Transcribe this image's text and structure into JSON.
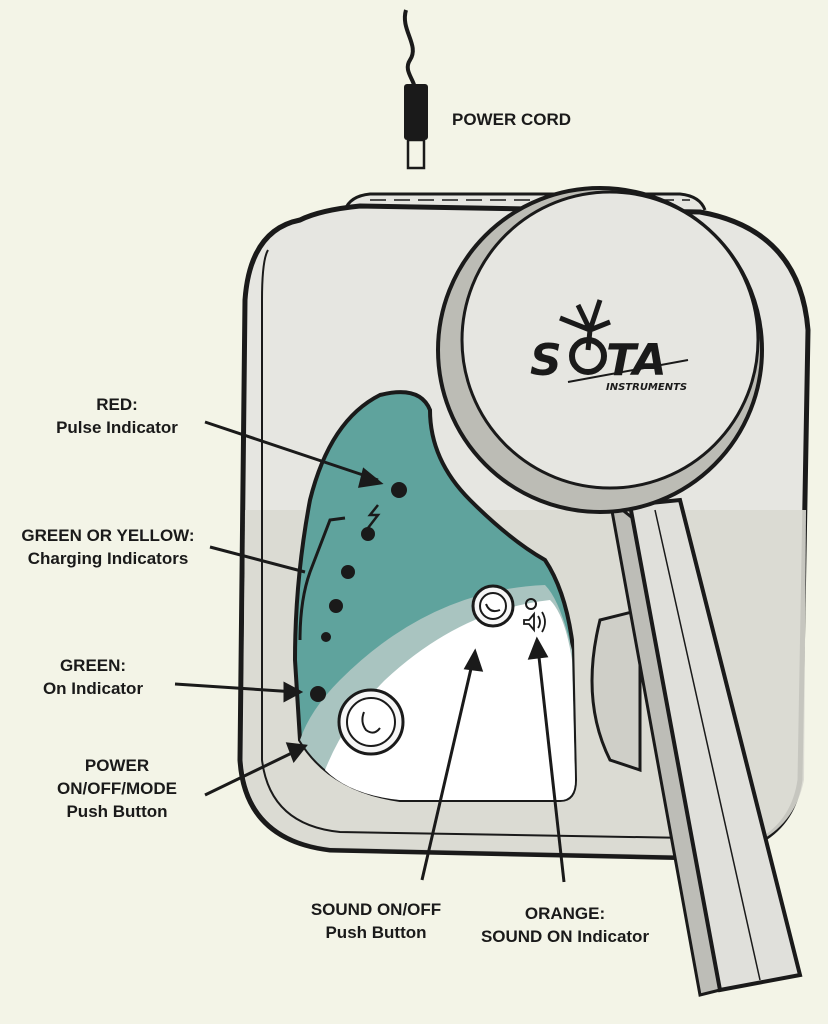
{
  "labels": {
    "power_cord": "POWER CORD",
    "red_title": "RED:",
    "red_desc": "Pulse Indicator",
    "charging_title": "GREEN OR YELLOW:",
    "charging_desc": "Charging Indicators",
    "green_title": "GREEN:",
    "green_desc": "On Indicator",
    "power_line1": "POWER",
    "power_line2": "ON/OFF/MODE",
    "power_line3": "Push Button",
    "sound_line1": "SOUND ON/OFF",
    "sound_line2": "Push Button",
    "orange_title": "ORANGE:",
    "orange_desc": "SOUND ON Indicator"
  },
  "logo": {
    "brand": "S",
    "brand_rest": "TA",
    "sub": "INSTRUMENTS"
  },
  "colors": {
    "background": "#f3f4e7",
    "device_body": "#e6e6e1",
    "panel_teal": "#5fa39d",
    "panel_white": "#ffffff",
    "outline": "#1a1a1a"
  }
}
